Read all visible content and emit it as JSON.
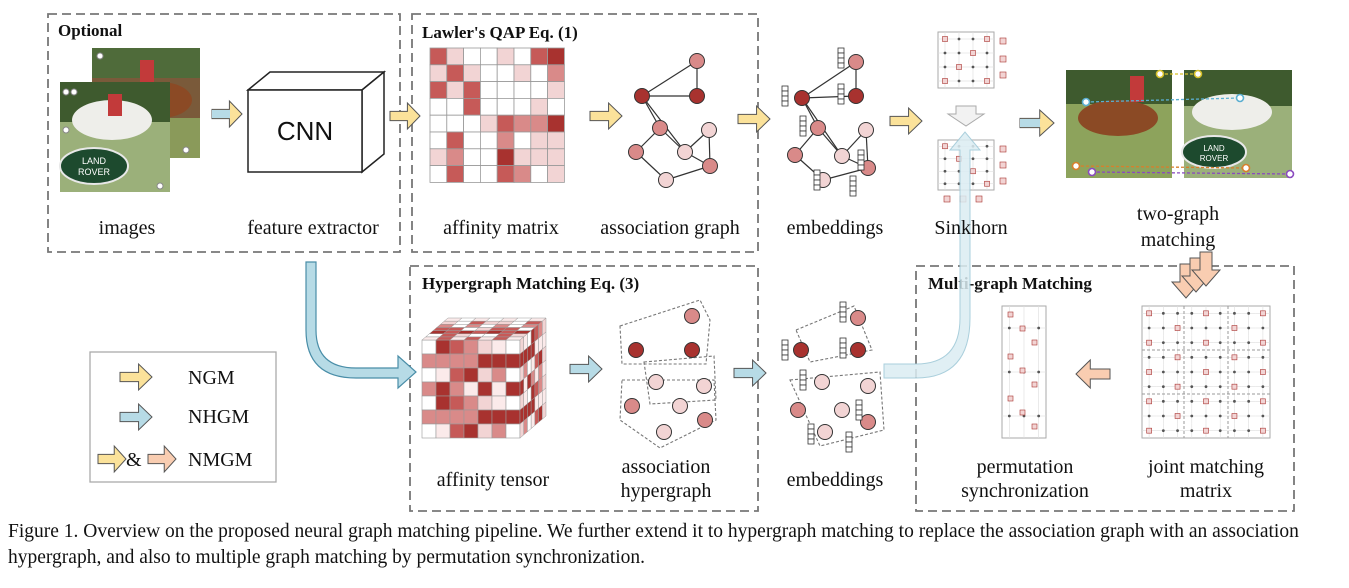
{
  "sections": {
    "optional": "Optional",
    "qap": "Lawler's QAP Eq. (1)",
    "hyper": "Hypergraph Matching Eq. (3)",
    "multi": "Multi-graph Matching"
  },
  "labels": {
    "images": "images",
    "feature_extractor": "feature extractor",
    "cnn": "CNN",
    "affinity_matrix": "affinity matrix",
    "association_graph": "association graph",
    "embeddings": "embeddings",
    "sinkhorn": "Sinkhorn",
    "two_graph_l1": "two-graph",
    "two_graph_l2": "matching",
    "affinity_tensor": "affinity tensor",
    "assoc_hyper_l1": "association",
    "assoc_hyper_l2": "hypergraph",
    "embeddings2": "embeddings",
    "perm_sync_l1": "permutation",
    "perm_sync_l2": "synchronization",
    "joint_l1": "joint matching",
    "joint_l2": "matrix"
  },
  "legend": {
    "ngm": "NGM",
    "nhgm": "NHGM",
    "amp": "&",
    "nmgm": "NMGM"
  },
  "photo_text": {
    "logo_l1": "LAND",
    "logo_l2": "ROVER"
  },
  "colors": {
    "yellow_arrow": "#fbe29a",
    "blue_arrow": "#b7dbe6",
    "peach_arrow": "#f9cdb1",
    "dark_red": "#a8322f",
    "mid_red": "#d98a89",
    "light_red": "#f2d4d4",
    "dash": "#777777"
  },
  "caption": "Figure 1. Overview on the proposed neural graph matching pipeline. We further extend it to hypergraph matching to replace the association graph with an association hypergraph, and also to multiple graph matching by permutation synchronization."
}
